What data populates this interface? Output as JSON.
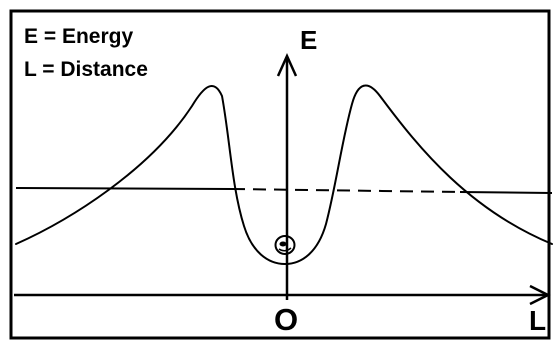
{
  "legend": {
    "line1": "E = Energy",
    "line2": "L = Distance"
  },
  "axes": {
    "y_label": "E",
    "x_label": "L",
    "origin_label": "O"
  },
  "colors": {
    "stroke": "#000000",
    "background": "#ffffff"
  }
}
